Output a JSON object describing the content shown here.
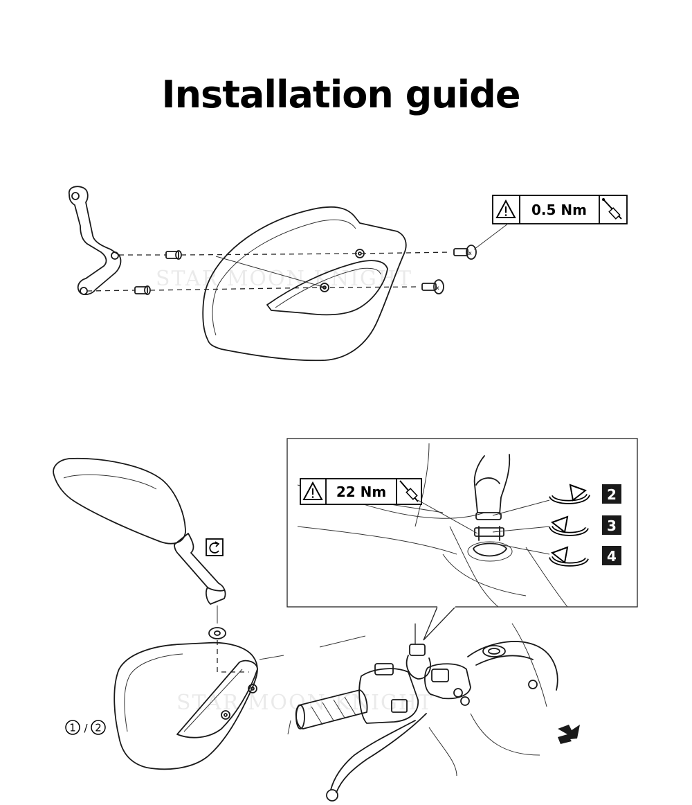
{
  "title": "Installation guide",
  "torque_top": "0.5 Nm",
  "torque_bottom": "22 Nm",
  "steps": [
    "2",
    "3",
    "4"
  ],
  "step_ref": {
    "a": "1",
    "sep": "/",
    "b": "2"
  },
  "watermark": "STAR MOON KNIGHT",
  "icons": [
    "warning-triangle-icon",
    "torque-wrench-icon",
    "rotate-icon",
    "direction-arrow-icon"
  ]
}
